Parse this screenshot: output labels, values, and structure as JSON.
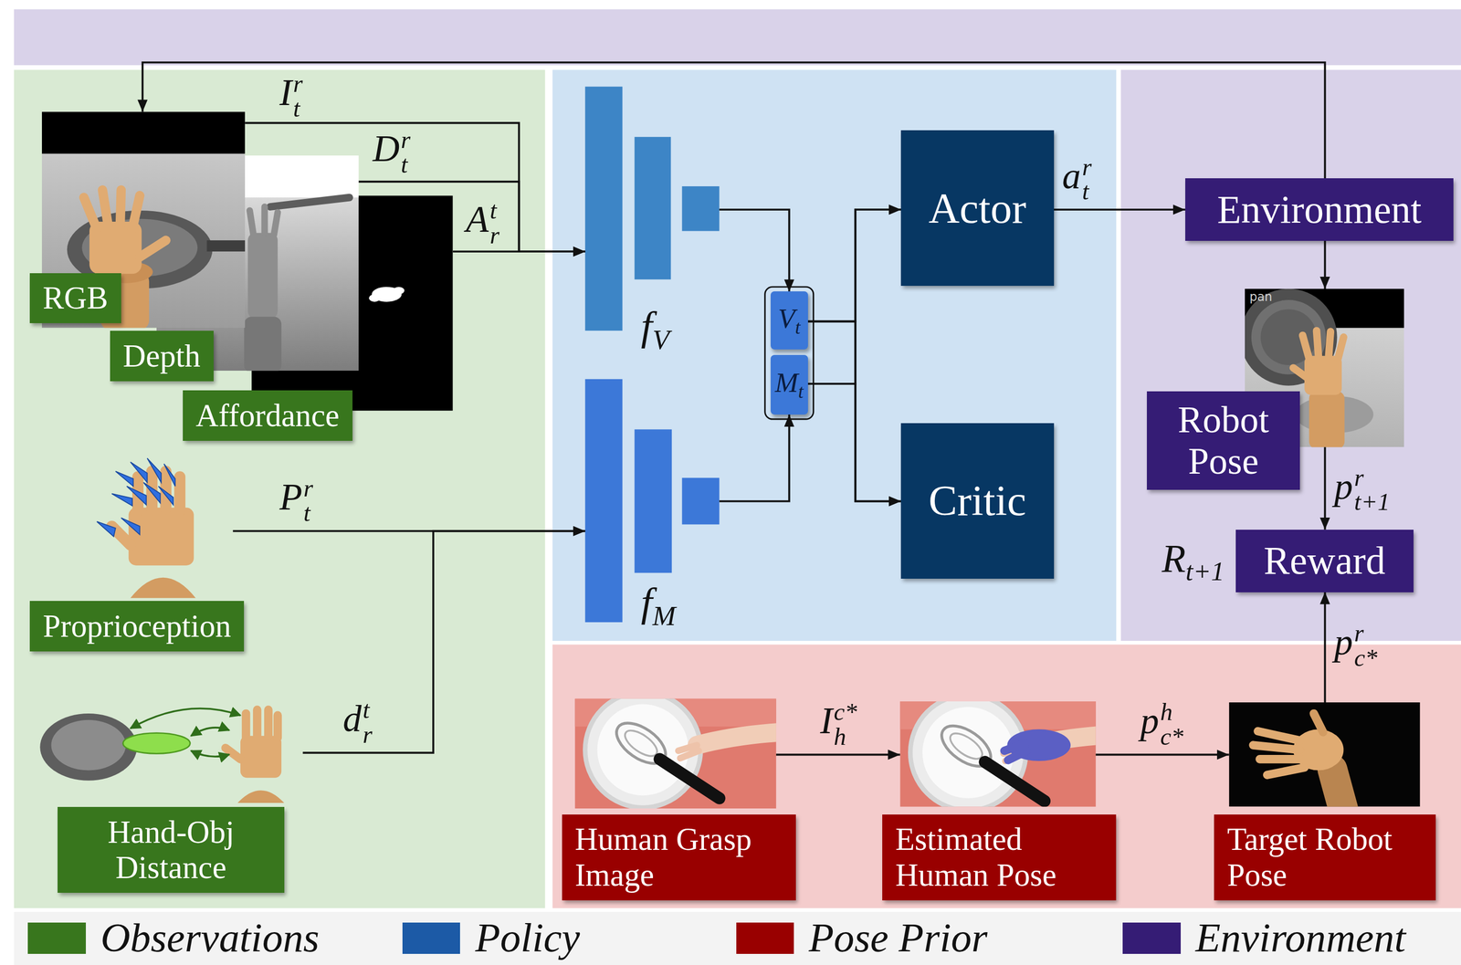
{
  "diagram": {
    "nodes": [
      {
        "text": [
          "RGB"
        ]
      },
      {
        "text": [
          "Depth"
        ]
      },
      {
        "text": [
          "Affordance"
        ]
      },
      {
        "text": [
          "Proprioception"
        ]
      },
      {
        "text": [
          "Hand-Obj Distance"
        ]
      },
      {
        "text": [
          "fV"
        ]
      },
      {
        "text": [
          "fM"
        ]
      },
      {
        "text": [
          "Vt"
        ]
      },
      {
        "text": [
          "Mt"
        ]
      },
      {
        "text": [
          "Actor"
        ]
      },
      {
        "text": [
          "Critic"
        ]
      },
      {
        "text": [
          "Environment"
        ]
      },
      {
        "text": [
          "Robot Pose"
        ]
      },
      {
        "text": [
          "Reward"
        ]
      },
      {
        "text": [
          "Human Grasp Image"
        ]
      },
      {
        "text": [
          "Estimated Human Pose"
        ]
      },
      {
        "text": [
          "Target Robot Pose"
        ]
      }
    ],
    "edges": [
      {
        "from": 0,
        "to": 5,
        "label": "Itr",
        "arrow": "to"
      },
      {
        "from": 1,
        "to": 5,
        "label": "Dtr",
        "arrow": "to"
      },
      {
        "from": 2,
        "to": 5,
        "label": "Atr",
        "arrow": "to"
      },
      {
        "from": 3,
        "to": 6,
        "label": "Ptr",
        "arrow": "to"
      },
      {
        "from": 4,
        "to": 6,
        "label": "dtr",
        "arrow": "to"
      },
      {
        "from": 5,
        "to": 7,
        "arrow": "to"
      },
      {
        "from": 6,
        "to": 8,
        "arrow": "to"
      },
      {
        "from": 7,
        "to": 9,
        "arrow": "to"
      },
      {
        "from": 7,
        "to": 10,
        "arrow": "to"
      },
      {
        "from": 8,
        "to": 9,
        "arrow": "to"
      },
      {
        "from": 8,
        "to": 10,
        "arrow": "to"
      },
      {
        "from": 9,
        "to": 11,
        "label": "atr",
        "arrow": "to"
      },
      {
        "from": 11,
        "to": 12,
        "arrow": "to"
      },
      {
        "from": 11,
        "to": 0,
        "arrow": "to"
      },
      {
        "from": 12,
        "to": 13,
        "label": "pt+1r",
        "arrow": "to"
      },
      {
        "from": 16,
        "to": 13,
        "label": "pc*r",
        "arrow": "to"
      },
      {
        "from": 14,
        "to": 15,
        "label": "Ic*h",
        "arrow": "to"
      },
      {
        "from": 15,
        "to": 16,
        "label": "pc*h",
        "arrow": "to"
      }
    ],
    "labels": [
      "Rt+1",
      "pan"
    ],
    "legend": [
      {
        "text": "Observations",
        "color": "#38761d"
      },
      {
        "text": "Policy",
        "color": "#1c5aa6"
      },
      {
        "text": "Pose Prior",
        "color": "#990000"
      },
      {
        "text": "Environment",
        "color": "#351c75"
      }
    ]
  }
}
